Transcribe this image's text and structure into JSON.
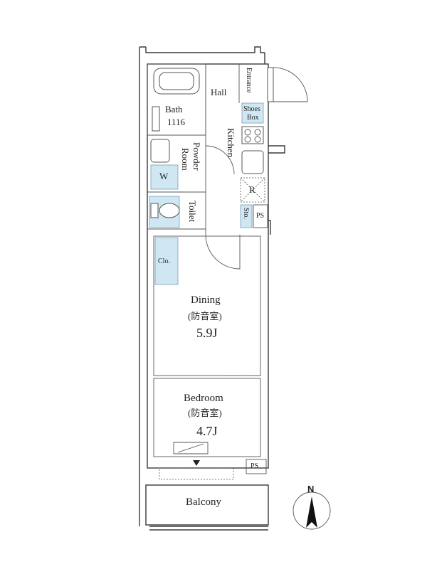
{
  "rooms": {
    "hall": "Hall",
    "entrance": "Entrance",
    "bath": "Bath",
    "bath_size": "1116",
    "shoes_box_line1": "Shoes",
    "shoes_box_line2": "Box",
    "kitchen": "Kitchen",
    "powder_room_line1": "Powder",
    "powder_room_line2": "Room",
    "washer": "W",
    "refrigerator": "R",
    "toilet": "Toilet",
    "storage": "Sto.",
    "ps_top": "PS",
    "closet": "Clo.",
    "dining": "Dining",
    "dining_note": "(防音室)",
    "dining_size": "5.9J",
    "bedroom": "Bedroom",
    "bedroom_note": "(防音室)",
    "bedroom_size": "4.7J",
    "ps_bottom": "PS",
    "balcony": "Balcony"
  },
  "compass": {
    "label": "N"
  },
  "colors": {
    "fixture_blue": "#cfe7f3",
    "wall": "#3a3a3a"
  }
}
